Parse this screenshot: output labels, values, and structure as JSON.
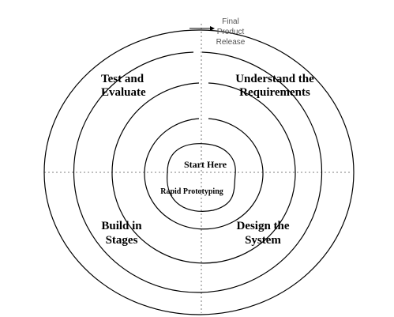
{
  "diagram": {
    "release_line1": "Final",
    "release_line2": "Product",
    "release_line3": "Release",
    "quadrants": {
      "top_left": [
        "Test and",
        "Evaluate"
      ],
      "top_right": [
        "Understand the",
        "Requirements"
      ],
      "bottom_left": [
        "Build in",
        "Stages"
      ],
      "bottom_right": [
        "Design the",
        "System"
      ]
    },
    "center_label": "Start Here",
    "inner_label": "Rapid Prototyping"
  }
}
